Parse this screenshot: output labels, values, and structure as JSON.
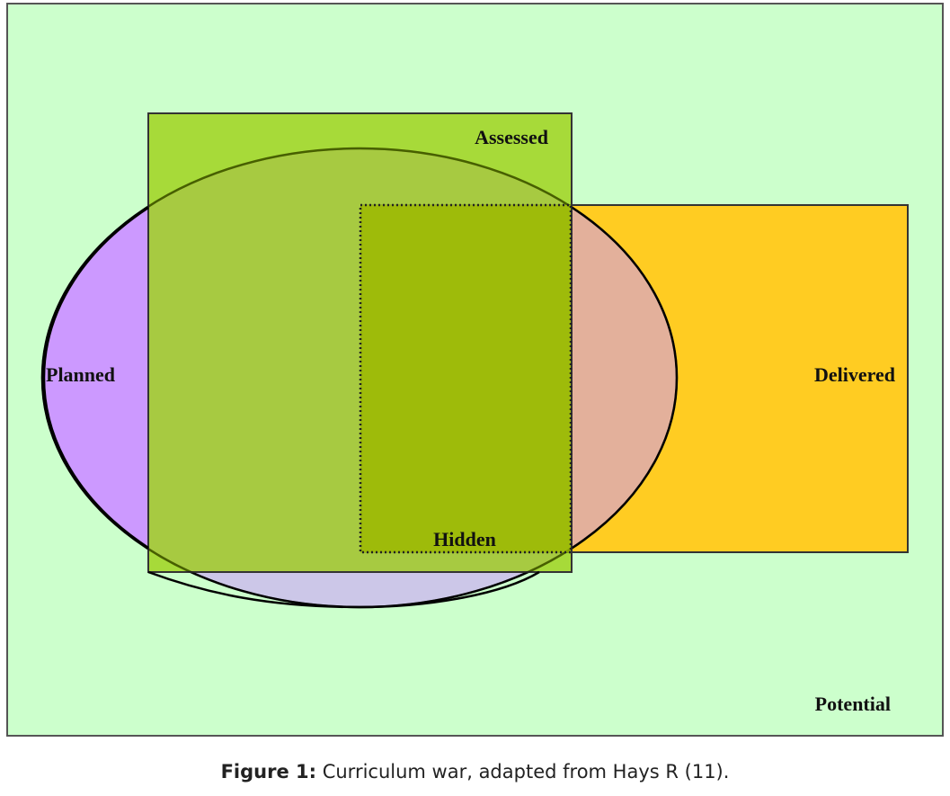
{
  "diagram": {
    "regions": {
      "potential": {
        "label": "Potential",
        "color": "#ccffcc"
      },
      "planned": {
        "label": "Planned",
        "color": "#cc99ff"
      },
      "assessed": {
        "label": "Assessed",
        "color": "#99cc00"
      },
      "delivered": {
        "label": "Delivered",
        "color": "#ffcc00"
      },
      "hidden": {
        "label": "Hidden",
        "color": "#99b300"
      }
    }
  },
  "caption": {
    "label": "Figure 1:",
    "text": "Curriculum war, adapted from Hays R (11)."
  }
}
